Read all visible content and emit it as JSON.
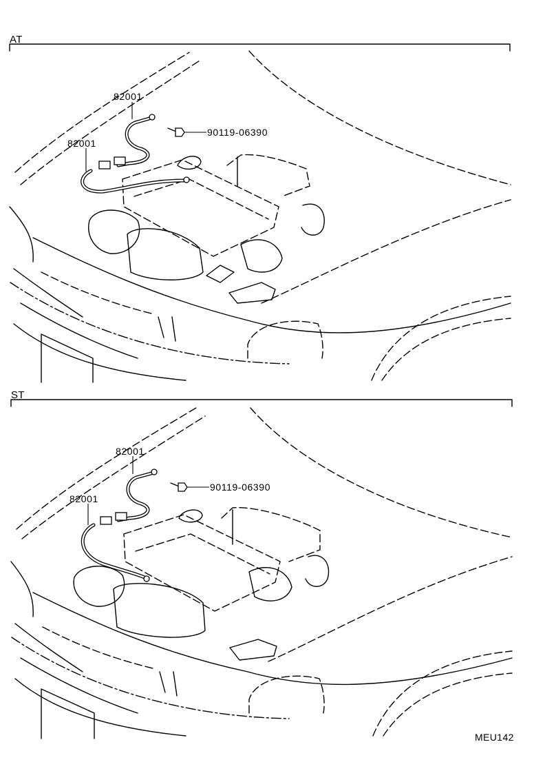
{
  "sections": [
    {
      "label": "AT",
      "parts": [
        {
          "number": "82001",
          "role": "upper cable"
        },
        {
          "number": "82001",
          "role": "lower cable"
        },
        {
          "number": "90119-06390",
          "role": "bolt"
        }
      ]
    },
    {
      "label": "ST",
      "parts": [
        {
          "number": "82001",
          "role": "upper cable"
        },
        {
          "number": "82001",
          "role": "lower cable"
        },
        {
          "number": "90119-06390",
          "role": "bolt"
        }
      ]
    }
  ],
  "figure_code": "MEU142"
}
